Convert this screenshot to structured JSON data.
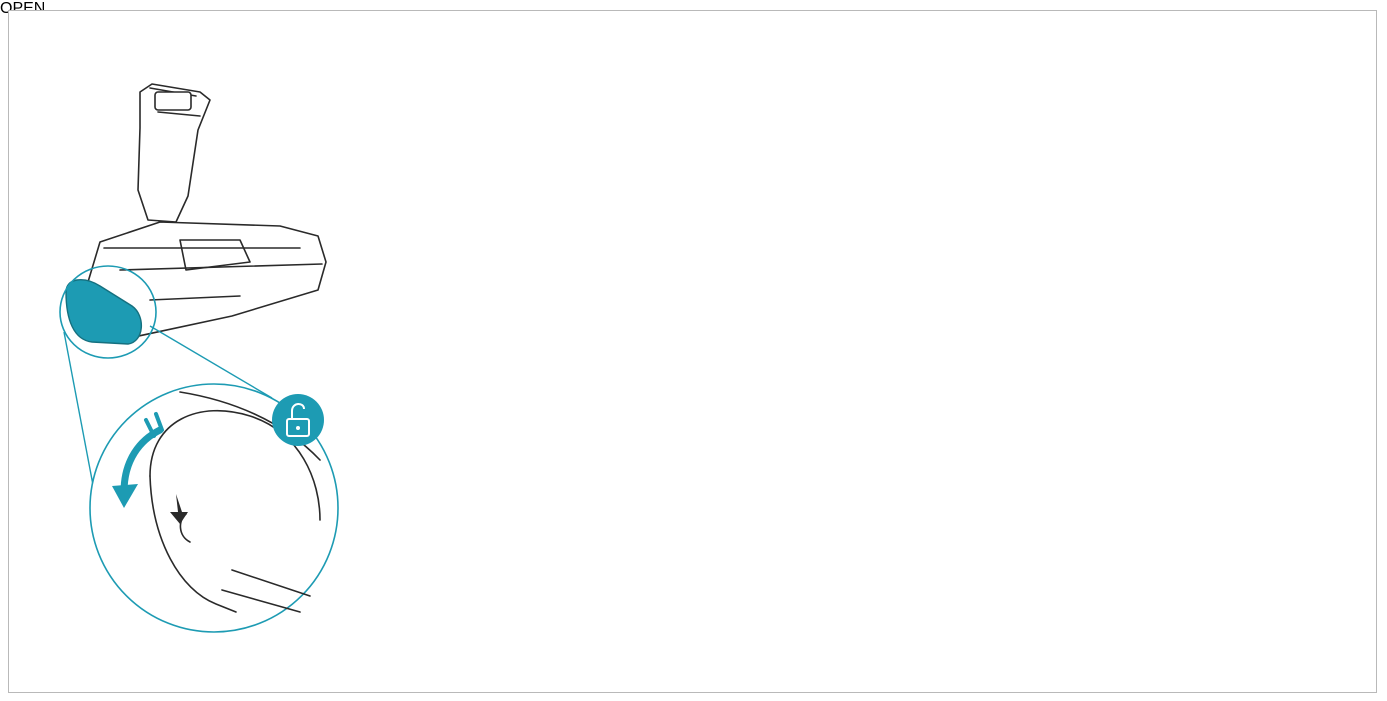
{
  "diagram": {
    "steps": [
      {
        "id": "step-1",
        "description_icon": "vacuum-head-open-cover"
      },
      {
        "id": "step-2",
        "description_icon": "lift-brush-roll"
      },
      {
        "id": "step-3",
        "description_icon": "cut-tangled-hair"
      },
      {
        "id": "step-4",
        "description_icon": "no-water-dry-wipe"
      }
    ],
    "open_label": "OPEN",
    "accent_color": "#1d9bb3",
    "line_color": "#2a2a2a",
    "icons": [
      "unlock-icon",
      "arrow-up-icon",
      "next-step-icon",
      "scissors-icon",
      "no-water-icon",
      "hand-wipe-icon"
    ]
  }
}
